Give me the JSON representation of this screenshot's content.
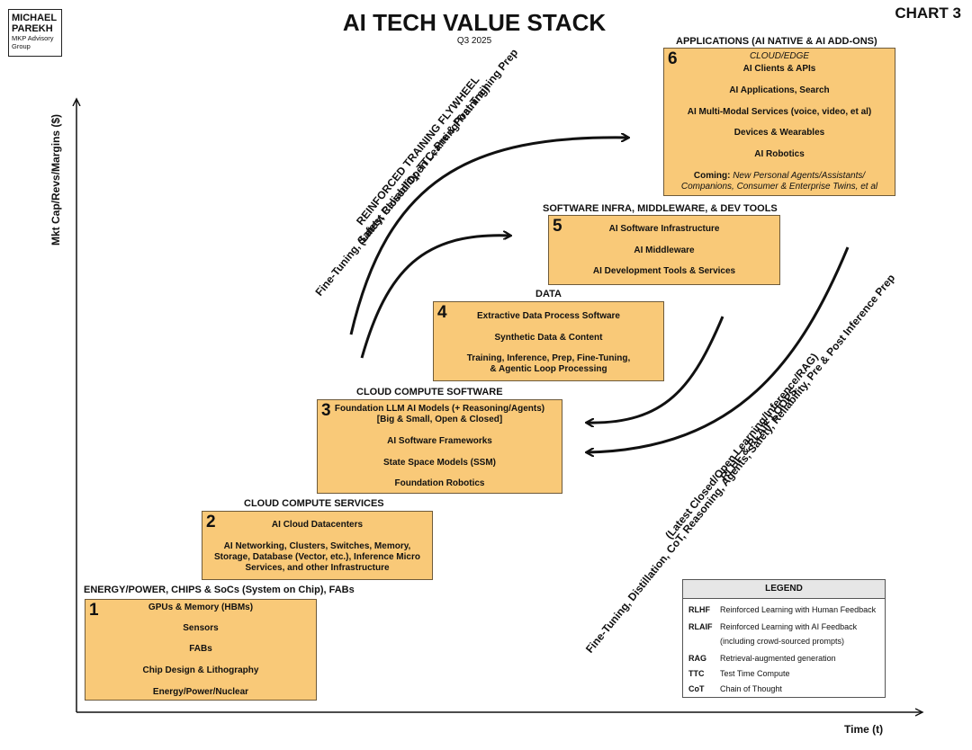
{
  "header": {
    "logo_name_line1": "MICHAEL",
    "logo_name_line2": "PAREKH",
    "logo_sub_line1": "MKP Advisory",
    "logo_sub_line2": "Group",
    "title": "AI TECH VALUE STACK",
    "subtitle": "Q3 2025",
    "chart_label": "CHART 3"
  },
  "axes": {
    "y_label": "Mkt Cap/Revs/Margins ($)",
    "x_label": "Time (t)"
  },
  "layers": [
    {
      "number": "1",
      "title": "ENERGY/POWER, CHIPS & SoCs (System on Chip), FABs",
      "items": [
        "GPUs & Memory (HBMs)",
        "Sensors",
        "FABs",
        "Chip Design & Lithography",
        "Energy/Power/Nuclear"
      ]
    },
    {
      "number": "2",
      "title": "CLOUD COMPUTE SERVICES",
      "items": [
        "AI Cloud Datacenters",
        "AI Networking, Clusters, Switches, Memory,",
        "Storage, Database (Vector, etc.), Inference Micro",
        "Services, and other Infrastructure"
      ]
    },
    {
      "number": "3",
      "title": "CLOUD COMPUTE SOFTWARE",
      "items": [
        "Foundation LLM AI Models (+ Reasoning/Agents)",
        "[Big & Small, Open & Closed]",
        "AI Software Frameworks",
        "State Space Models (SSM)",
        "Foundation Robotics"
      ]
    },
    {
      "number": "4",
      "title": "DATA",
      "items": [
        "Extractive Data Process Software",
        "Synthetic Data & Content",
        "Training, Inference, Prep, Fine-Tuning,",
        "& Agentic Loop Processing"
      ]
    },
    {
      "number": "5",
      "title": "SOFTWARE INFRA, MIDDLEWARE, & DEV TOOLS",
      "items": [
        "AI Software Infrastructure",
        "AI Middleware",
        "AI Development Tools & Services"
      ]
    },
    {
      "number": "6",
      "title": "APPLICATIONS (AI NATIVE & AI ADD-ONS)",
      "items": [
        "CLOUD/EDGE",
        "AI Clients & APIs",
        "AI Applications, Search",
        "AI Multi-Modal Services (voice, video, et al)",
        "Devices & Wearables",
        "AI Robotics"
      ],
      "coming_label": "Coming:",
      "coming_text_1": "New Personal Agents/Assistants/",
      "coming_text_2": "Companions, Consumer & Enterprise Twins, et al"
    }
  ],
  "flywheel": {
    "line1": "REINFORCED TRAINING FLYWHEEL",
    "line2": "(Latest Closed/Open Learning/Training)",
    "line3": "Fine-Tuning, Safety, Reliability, TTC, Pre & Post Training Prep"
  },
  "loops": {
    "line1": "RLHF & RLAIF LOOPS",
    "line2": "(Latest Closed/Open Learning/Inference/RAG)",
    "line3": "Fine-Tuning, Distillation, CoT, Reasoning, Agents, Safety, Reliability, Pre & Post Inference Prep"
  },
  "legend": {
    "title": "LEGEND",
    "entries": [
      {
        "abbr": "RLHF",
        "def": "Reinforced Learning with Human Feedback"
      },
      {
        "abbr": "RLAIF",
        "def": "Reinforced Learning with AI Feedback",
        "def2": "(including crowd-sourced prompts)"
      },
      {
        "abbr": "RAG",
        "def": "Retrieval-augmented generation"
      },
      {
        "abbr": "TTC",
        "def": "Test Time Compute"
      },
      {
        "abbr": "CoT",
        "def": "Chain of Thought"
      }
    ]
  }
}
